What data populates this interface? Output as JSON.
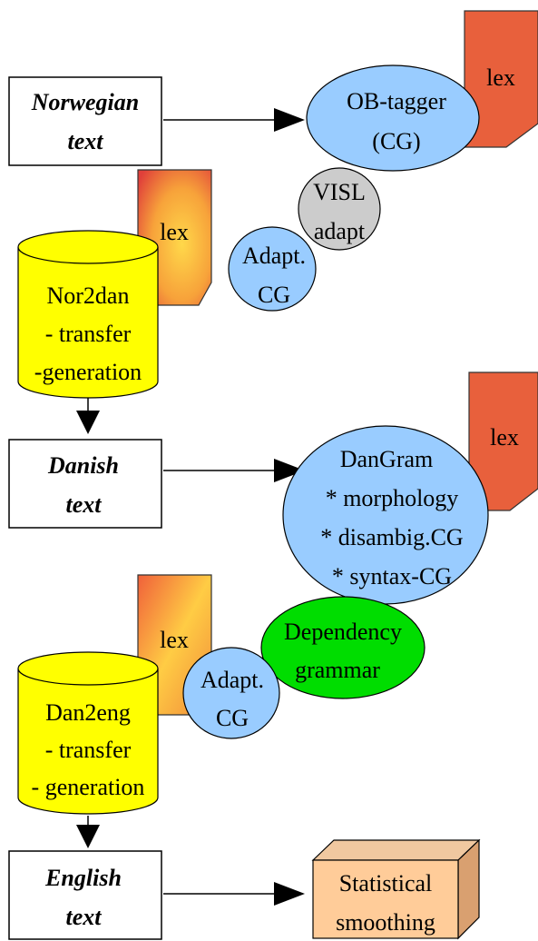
{
  "colors": {
    "blue_ellipse": "#99ccff",
    "gray_ellipse": "#cccccc",
    "green_ellipse": "#00dd00",
    "yellow_cylinder": "#ffff00",
    "lex_orange": "#e8603c",
    "box_face": "#ffcc99",
    "box_side": "#d9a070"
  },
  "texts": {
    "norwegian": {
      "line1": "Norwegian",
      "line2": "text"
    },
    "danish": {
      "line1": "Danish",
      "line2": "text"
    },
    "english": {
      "line1": "English",
      "line2": "text"
    }
  },
  "ob_tagger": {
    "line1": "OB-tagger",
    "line2": "(CG)"
  },
  "visl": {
    "line1": "VISL",
    "line2": "adapt"
  },
  "adapt1": {
    "line1": "Adapt.",
    "line2": "CG"
  },
  "adapt2": {
    "line1": "Adapt.",
    "line2": "CG"
  },
  "nor2dan": {
    "line1": "Nor2dan",
    "line2": "- transfer",
    "line3": "-generation"
  },
  "dangram": {
    "line1": "DanGram",
    "line2": "* morphology",
    "line3": "* disambig.CG",
    "line4": "* syntax-CG"
  },
  "dependency": {
    "line1": "Dependency",
    "line2": "grammar"
  },
  "dan2eng": {
    "line1": "Dan2eng",
    "line2": "- transfer",
    "line3": "- generation"
  },
  "smoothing": {
    "line1": "Statistical",
    "line2": "smoothing"
  },
  "lex": {
    "doc1": "lex",
    "doc2": "lex",
    "doc3": "lex",
    "doc4": "lex"
  }
}
